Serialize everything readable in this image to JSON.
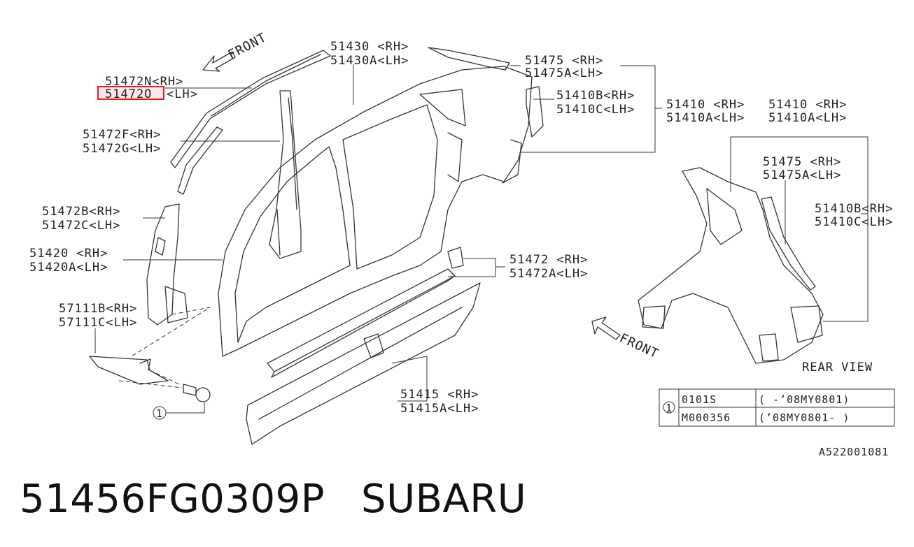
{
  "callouts": {
    "p51430": "51430 <RH>",
    "p51430a": "51430A<LH>",
    "p51472n": "51472N<RH>",
    "p51472o": "51472O",
    "p51472o_lh": "<LH>",
    "p51472f": "51472F<RH>",
    "p51472g": "51472G<LH>",
    "p51472b": "51472B<RH>",
    "p51472c": "51472C<LH>",
    "p51420": "51420 <RH>",
    "p51420a": "51420A<LH>",
    "p57111b": "57111B<RH>",
    "p57111c": "57111C<LH>",
    "p51475": "51475 <RH>",
    "p51475a": "51475A<LH>",
    "p51410b": "51410B<RH>",
    "p51410c": "51410C<LH>",
    "p51410": "51410 <RH>",
    "p51410a": "51410A<LH>",
    "p51472": "51472 <RH>",
    "p51472a": "51472A<LH>",
    "p51415": "51415 <RH>",
    "p51415a": "51415A<LH>",
    "r51410": "51410 <RH>",
    "r51410a": "51410A<LH>",
    "r51475": "51475 <RH>",
    "r51475a": "51475A<LH>",
    "r51410b": "51410B<RH>",
    "r51410c": "51410C<LH>"
  },
  "labels": {
    "front_top": "FRONT",
    "front_rear": "FRONT",
    "rear_view": "REAR VIEW",
    "bolt_ref": "1",
    "diagram_code": "A522001081"
  },
  "fastener_table": {
    "ref": "1",
    "rows": [
      {
        "part": "0101S",
        "range": "(     -’08MY0801)"
      },
      {
        "part": "M000356",
        "range": "(’08MY0801-     )"
      }
    ]
  },
  "highlight_color": "#e02020",
  "footer": {
    "part_number": "51456FG0309P",
    "brand": "SUBARU"
  }
}
